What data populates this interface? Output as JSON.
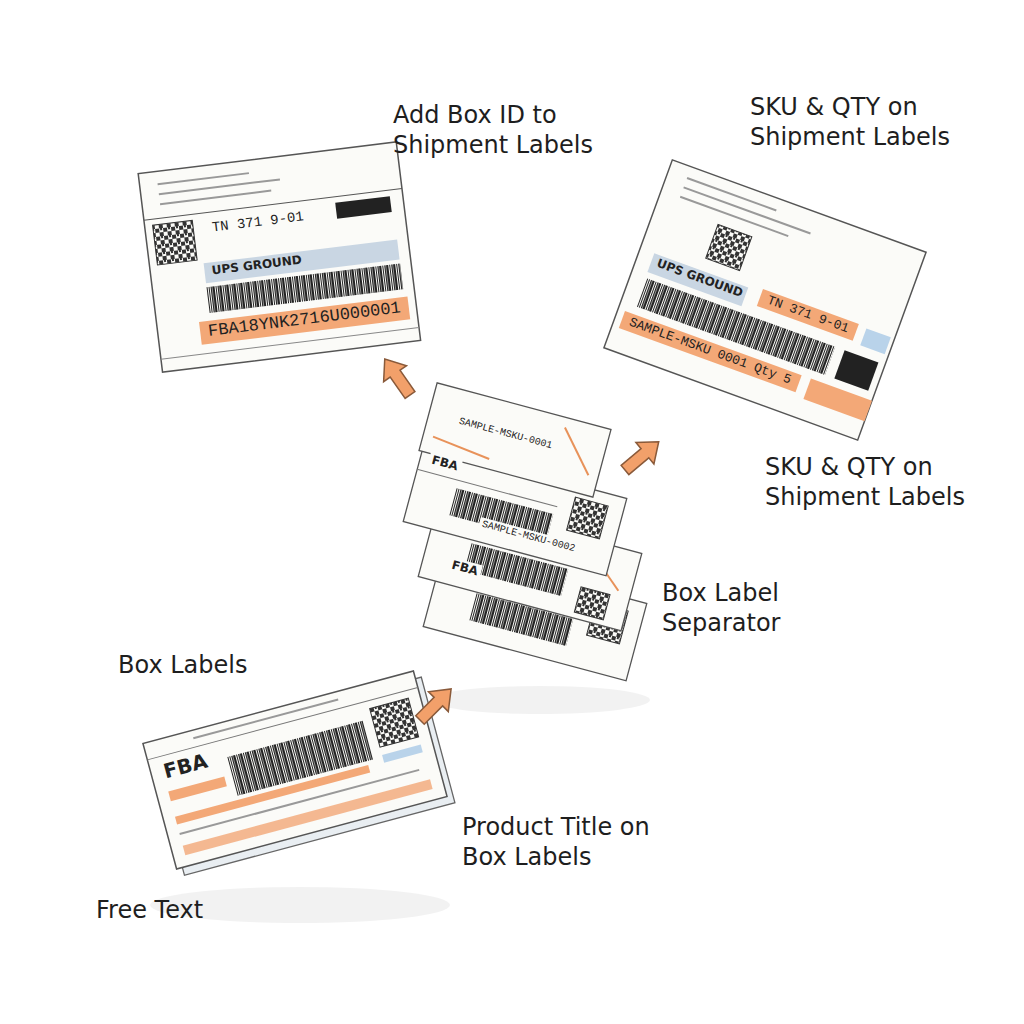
{
  "diagram": {
    "labels": [
      "Add Box ID to Shipment Labels",
      "SKU & QTY on Shipment Labels",
      "SKU & QTY on Shipment Labels",
      "Box Label Separator",
      "Box Labels",
      "Product Title on Box Labels",
      "Free Text",
      "TN 371 9-01",
      "UPS GROUND",
      "FBA18YNK2716U000001",
      "TN 371 9-01",
      "UPS GROUND",
      "SAMPLE-MSKU 0001 Qty 5",
      "SAMPLE-MSKU-0001",
      "FBA",
      "SAMPLE-MSKU-0002",
      "FBA",
      "FBA"
    ]
  }
}
